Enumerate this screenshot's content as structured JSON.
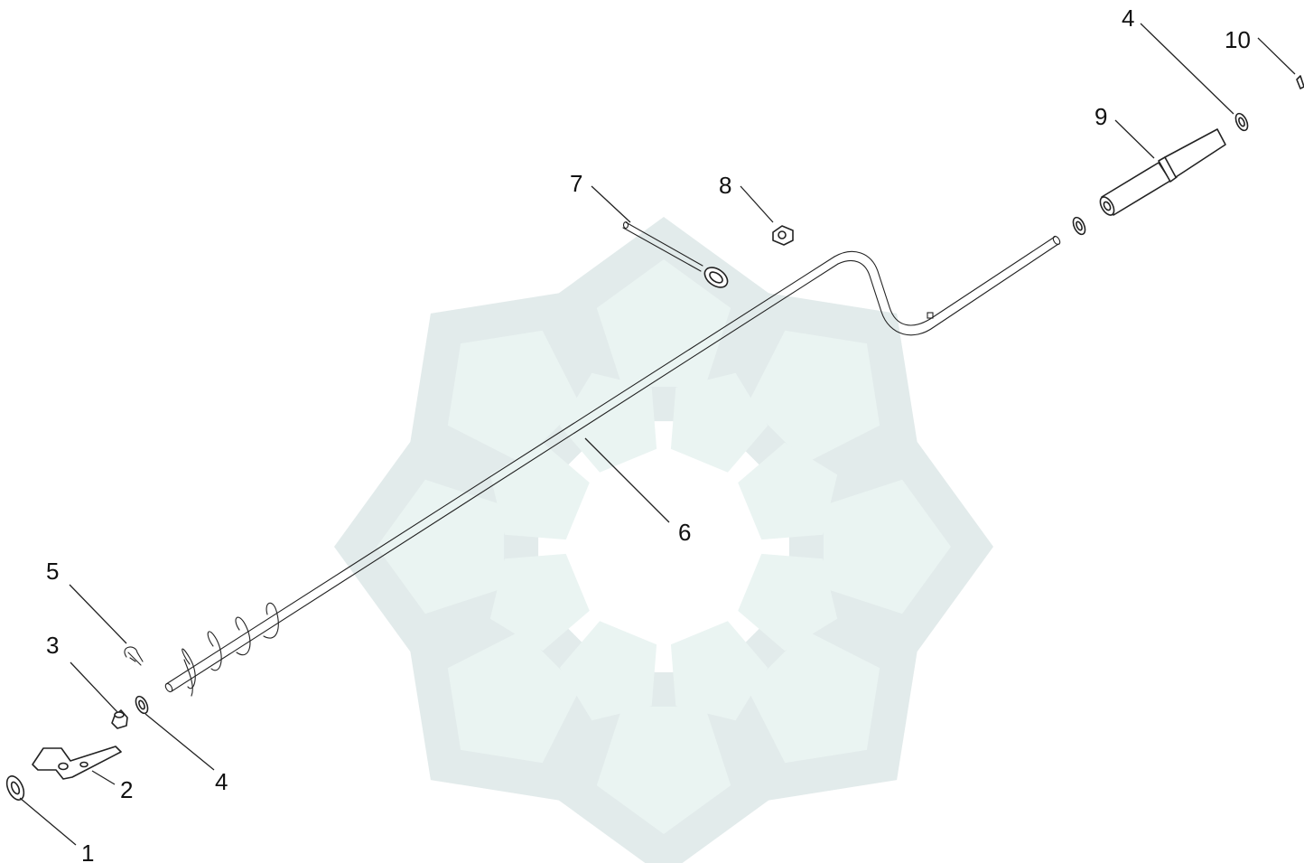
{
  "callouts": [
    {
      "id": "1",
      "label": "1",
      "part": "washer"
    },
    {
      "id": "2",
      "label": "2",
      "part": "mounting-bracket"
    },
    {
      "id": "3",
      "label": "3",
      "part": "bushing"
    },
    {
      "id": "4a",
      "label": "4",
      "part": "washer"
    },
    {
      "id": "4b",
      "label": "4",
      "part": "washer"
    },
    {
      "id": "5",
      "label": "5",
      "part": "cotter-pin"
    },
    {
      "id": "6",
      "label": "6",
      "part": "auger-shaft"
    },
    {
      "id": "7",
      "label": "7",
      "part": "eye-bolt"
    },
    {
      "id": "8",
      "label": "8",
      "part": "nut"
    },
    {
      "id": "9",
      "label": "9",
      "part": "handle-grip"
    },
    {
      "id": "10",
      "label": "10",
      "part": "pin"
    }
  ],
  "colors": {
    "line": "#222222",
    "watermark_outer": "#dfe9e9",
    "watermark_inner": "#e8f3f1"
  },
  "watermark": {
    "type": "logo",
    "shape": "eight-petal-flower"
  }
}
